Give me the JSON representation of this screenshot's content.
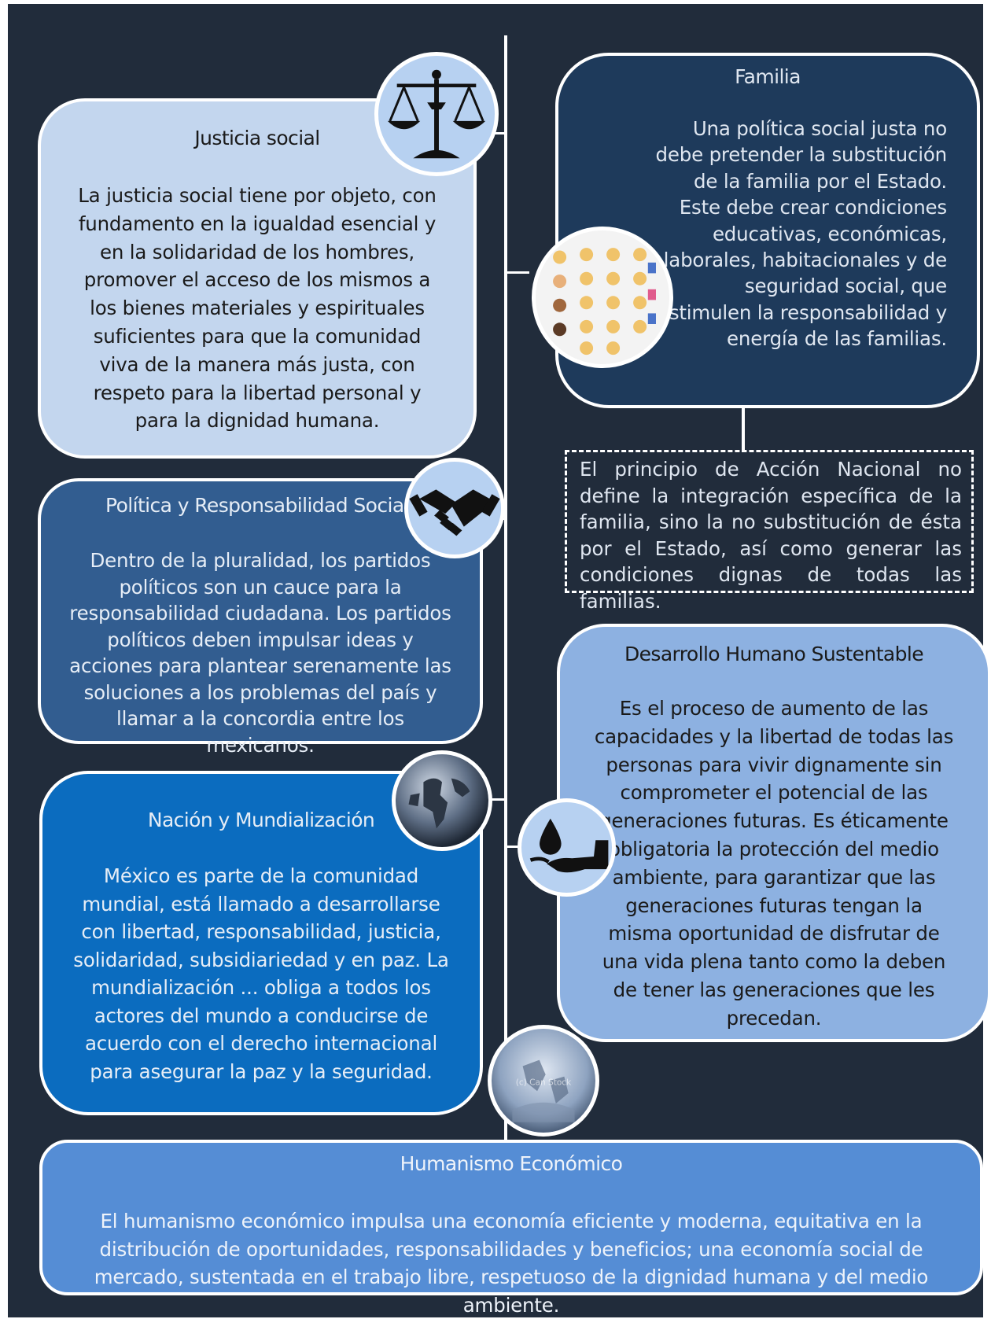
{
  "justicia": {
    "title": "Justicia social",
    "text": "La justicia social tiene por objeto, con fundamento en la igualdad esencial y en la solidaridad de los hombres, promover el acceso de los mismos a los bienes materiales y espirituales suficientes para que la comunidad viva de la manera más justa, con respeto para la libertad personal y para la dignidad humana."
  },
  "familia": {
    "title": "Familia",
    "text": "Una política social justa no debe pretender la substitución de la familia por el Estado. Este debe crear condiciones educativas, económicas, laborales, habitacionales y de seguridad social, que estimulen la responsabilidad y energía de las familias."
  },
  "familia_note": "El principio de Acción Nacional no define la integración específica de la familia, sino la no substitución de ésta por el Estado, así como generar las condiciones dignas de todas las familias.",
  "politica": {
    "title": "Política y Responsabilidad Social",
    "text": "Dentro de la pluralidad, los partidos políticos son un cauce para la responsabilidad ciudadana. Los partidos políticos deben impulsar ideas y acciones para plantear serenamente las soluciones a los problemas del país y llamar a la concordia entre los mexicanos."
  },
  "desarrollo": {
    "title": "Desarrollo Humano Sustentable",
    "text": "Es el proceso de aumento de las capacidades y la libertad de todas las personas para vivir dignamente sin comprometer el potencial de las generaciones futuras. Es éticamente obligatoria la protección del medio ambiente, para garantizar que las generaciones futuras tengan la misma oportunidad de disfrutar de una vida plena tanto como la deben de tener las generaciones que les precedan."
  },
  "nacion": {
    "title": "Nación y Mundialización",
    "text": "México es parte de la comunidad mundial, está llamado a desarrollarse con libertad, responsabilidad, justicia, solidaridad, subsidiariedad y en paz. La mundialización ... obliga a todos los actores del mundo a conducirse de acuerdo con el derecho internacional para asegurar la paz y la seguridad."
  },
  "humanismo": {
    "title": "Humanismo Económico",
    "text": "El humanismo económico impulsa una economía eficiente y moderna, equitativa en la distribución de oportunidades, responsabilidades y beneficios; una economía social de mercado, sustentada en el trabajo libre, respetuoso de la dignidad humana y del medio ambiente."
  },
  "watermark": "(c) Can Stock",
  "icons": {
    "justicia": "scales-icon",
    "familia": "family-emoji-icon",
    "politica": "handshake-icon",
    "desarrollo": "hand-water-drop-icon",
    "nacion": "globe-icon",
    "humanismo": "globe-hand-icon"
  },
  "colors": {
    "background": "#212c3b",
    "justicia": "#c3d6ee",
    "familia": "#1e3a5b",
    "politica": "#325d90",
    "desarrollo": "#8db1e1",
    "nacion": "#0b6cbf",
    "humanismo": "#558dd5"
  }
}
